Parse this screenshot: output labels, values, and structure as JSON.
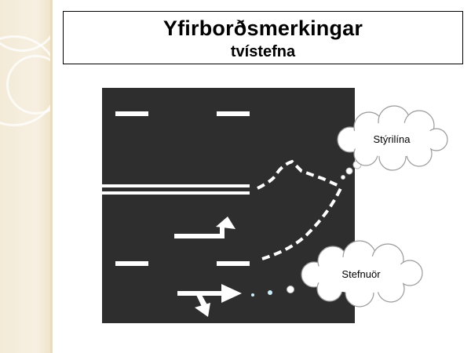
{
  "slide": {
    "title": "Yfirborðsmerkingar",
    "subtitle": "tvístefna"
  },
  "callouts": {
    "guide_line": "Stýrilína",
    "direction_arrow": "Stefnuör"
  },
  "colors": {
    "road": "#2e2e2e",
    "marking": "#ffffff",
    "background_band": "#f3ead7"
  }
}
